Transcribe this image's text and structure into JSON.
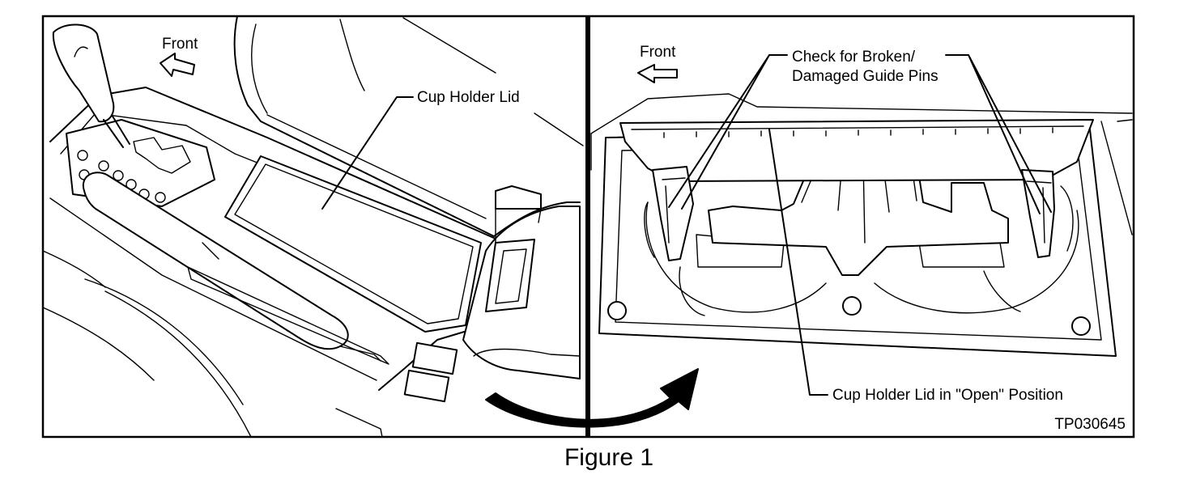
{
  "left_panel": {
    "front_label": "Front",
    "cup_holder_lid_label": "Cup Holder Lid"
  },
  "right_panel": {
    "front_label": "Front",
    "guide_pins_label_line1": "Check for Broken/",
    "guide_pins_label_line2": "Damaged Guide Pins",
    "open_position_label": "Cup Holder Lid in \"Open\" Position",
    "code": "TP030645"
  },
  "caption": "Figure 1"
}
